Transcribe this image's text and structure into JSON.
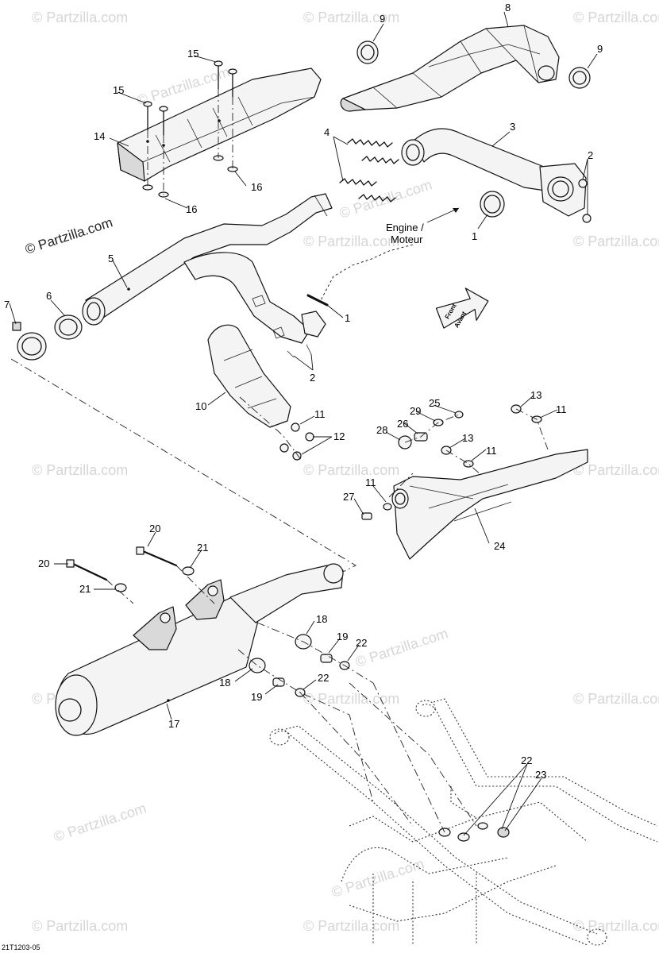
{
  "watermark": "© Partzilla.com",
  "figure_code": "21T1203-05",
  "engine_label": {
    "line1": "Engine /",
    "line2": "Moteur"
  },
  "front_arrow": {
    "line1": "Front",
    "line2": "Avant"
  },
  "callouts": {
    "c1a": "1",
    "c1b": "1",
    "c2a": "2",
    "c2b": "2",
    "c3": "3",
    "c4": "4",
    "c5": "5",
    "c6": "6",
    "c7": "7",
    "c8": "8",
    "c9a": "9",
    "c9b": "9",
    "c10": "10",
    "c11a": "11",
    "c11b": "11",
    "c11c": "11",
    "c11d": "11",
    "c12": "12",
    "c13a": "13",
    "c13b": "13",
    "c14": "14",
    "c15a": "15",
    "c15b": "15",
    "c16a": "16",
    "c16b": "16",
    "c17": "17",
    "c18a": "18",
    "c18b": "18",
    "c19a": "19",
    "c19b": "19",
    "c20a": "20",
    "c20b": "20",
    "c21a": "21",
    "c21b": "21",
    "c22a": "22",
    "c22b": "22",
    "c22c": "22",
    "c23": "23",
    "c24": "24",
    "c25": "25",
    "c26": "26",
    "c27": "27",
    "c28": "28",
    "c29": "29"
  }
}
